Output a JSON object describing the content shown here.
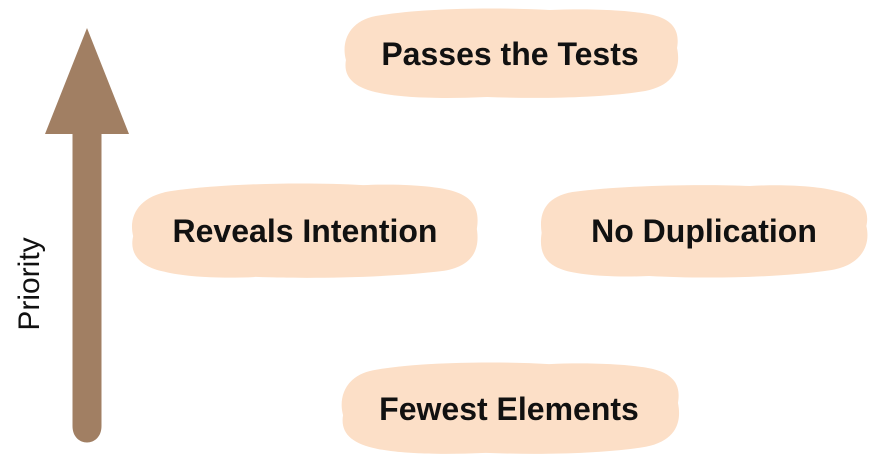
{
  "diagram": {
    "title_none_shown": "",
    "axis": {
      "label": "Priority",
      "direction": "up"
    },
    "nodes": [
      {
        "id": "passes-the-tests",
        "label": "Passes the Tests",
        "priority_rank": 1,
        "position": "top-center"
      },
      {
        "id": "reveals-intention",
        "label": "Reveals Intention",
        "priority_rank": 2,
        "position": "middle-left"
      },
      {
        "id": "no-duplication",
        "label": "No Duplication",
        "priority_rank": 2,
        "position": "middle-right"
      },
      {
        "id": "fewest-elements",
        "label": "Fewest Elements",
        "priority_rank": 3,
        "position": "bottom-center"
      }
    ]
  },
  "colors": {
    "blob": "#fcdfc7",
    "arrow": "#a17f63",
    "text": "#111111",
    "background": "#ffffff"
  }
}
